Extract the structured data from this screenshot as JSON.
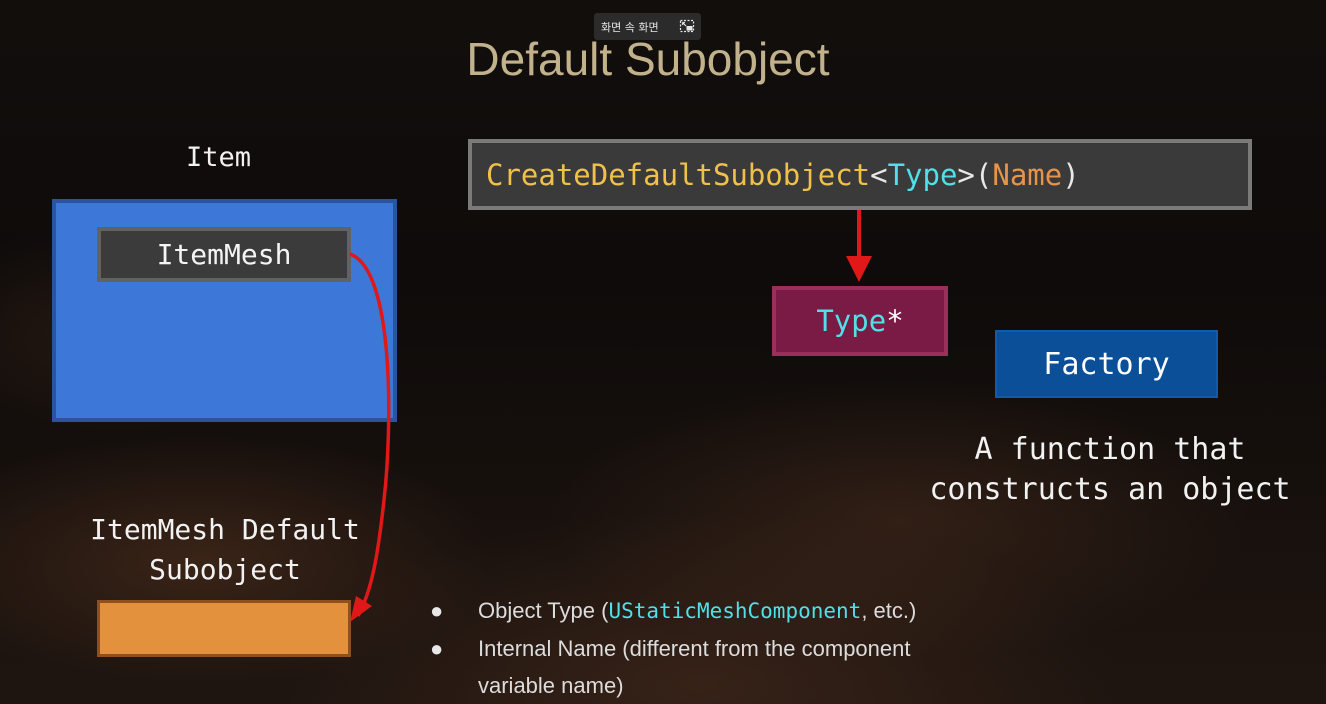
{
  "overlay_badge": {
    "label": "화면 속 화면"
  },
  "slide": {
    "title": "Default Subobject",
    "item_label": "Item",
    "item_mesh_label": "ItemMesh",
    "subobject_label_line1": "ItemMesh Default",
    "subobject_label_line2": "Subobject",
    "code": {
      "function": "CreateDefaultSubobject",
      "open_angle": "<",
      "type": "Type",
      "close_angle": ">",
      "open_paren": "(",
      "name": "Name",
      "close_paren": ")"
    },
    "type_pointer": {
      "type": "Type",
      "star": "*"
    },
    "factory_label": "Factory",
    "factory_desc_line1": "A function that",
    "factory_desc_line2": "constructs an object",
    "bullets": {
      "item1_prefix": "Object Type (",
      "item1_code": "UStaticMeshComponent",
      "item1_suffix": ", etc.)",
      "item2_line1": "Internal Name (different from the component",
      "item2_line2": "variable name)"
    }
  },
  "colors": {
    "title": "#c2b28c",
    "item_box": "#3d78d8",
    "subobject_box": "#e4913d",
    "type_pointer_box": "#7a1b45",
    "factory_box": "#0b4f99",
    "arrow": "#e01818",
    "code_function": "#f0c14a",
    "code_type": "#4fe0e8",
    "code_name": "#e8934a"
  }
}
